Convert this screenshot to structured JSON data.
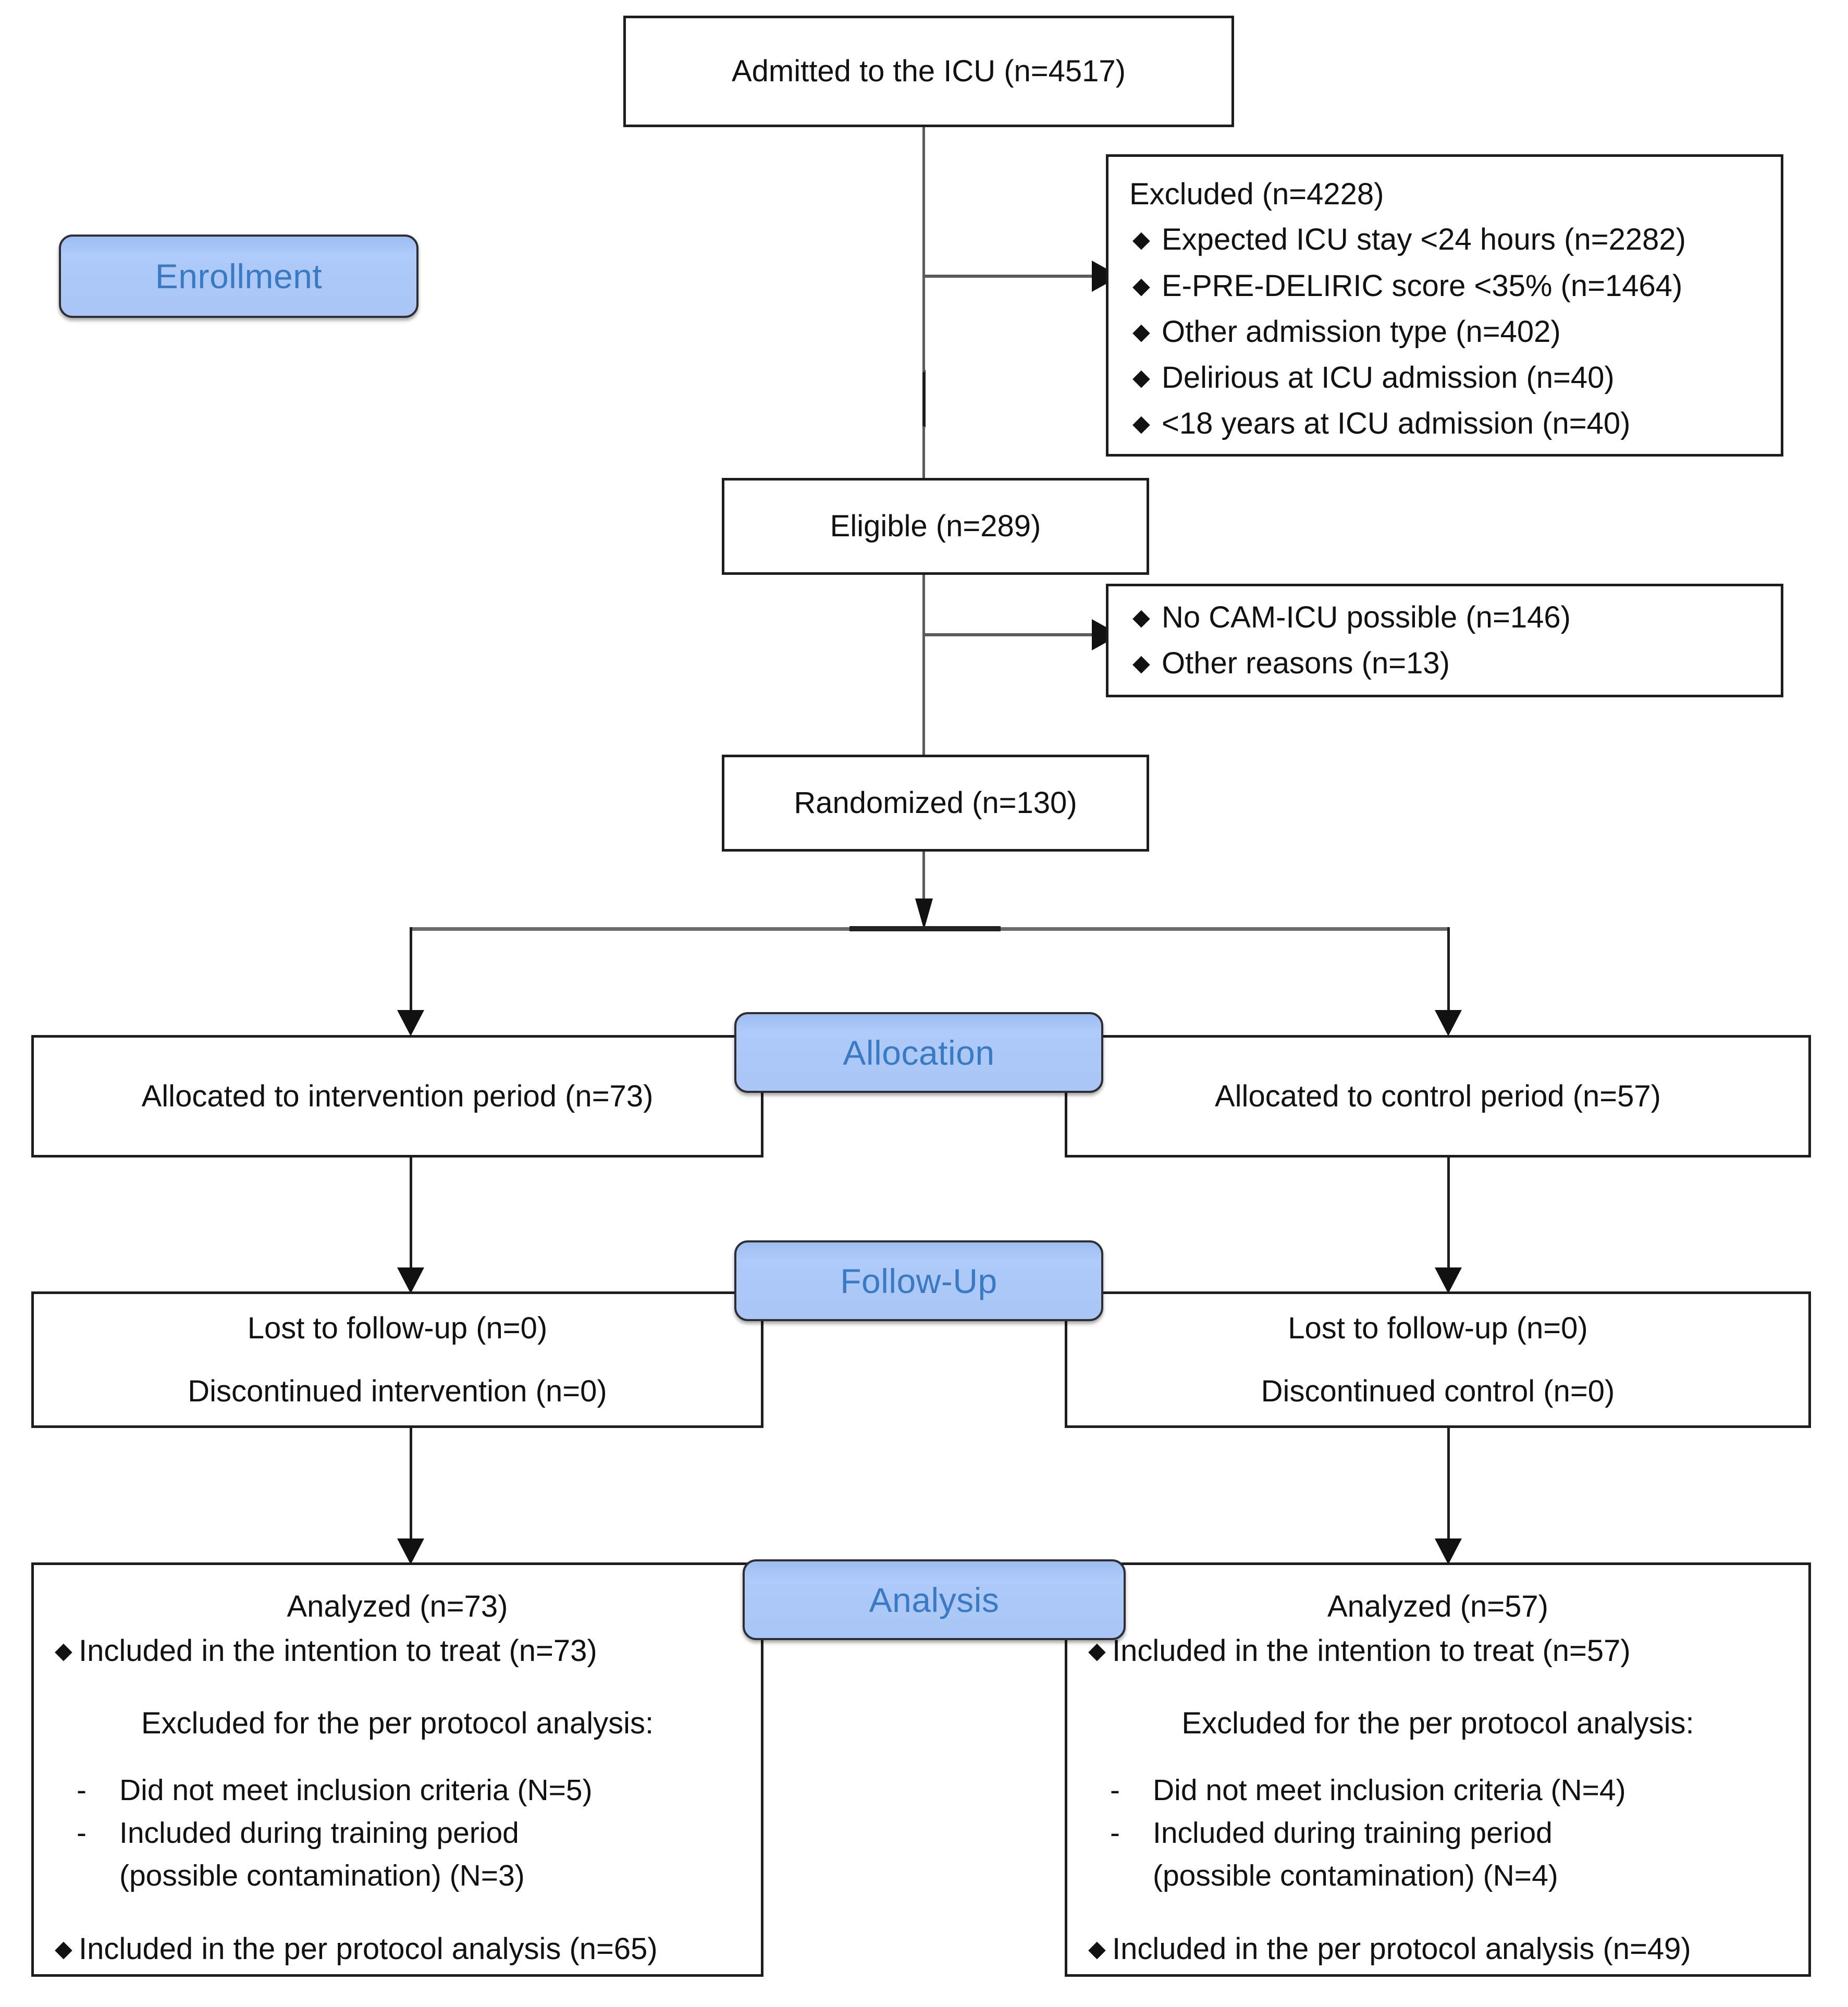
{
  "diagram": {
    "title": "CONSORT participant flow diagram",
    "accent_pill_fill": "#a6c4f5",
    "accent_pill_text": "#3a7ac4",
    "box_border": "#1d1d1d",
    "bullet_glyph": "♦",
    "dash_glyph": "-"
  },
  "stages": {
    "enrollment": "Enrollment",
    "allocation": "Allocation",
    "followup": "Follow-Up",
    "analysis": "Analysis"
  },
  "nodes": {
    "admitted": "Admitted to the ICU (n=4517)",
    "eligible": "Eligible (n=289)",
    "randomized": "Randomized (n=130)"
  },
  "excluded_box": {
    "heading": "Excluded (n=4228)",
    "items": [
      "Expected ICU stay <24 hours (n=2282)",
      "E-PRE-DELIRIC score <35% (n=1464)",
      "Other admission type (n=402)",
      "Delirious at ICU admission (n=40)",
      "<18 years at ICU admission (n=40)"
    ]
  },
  "not_randomized_box": {
    "items": [
      "No CAM-ICU possible (n=146)",
      "Other reasons (n=13)"
    ]
  },
  "allocation": {
    "left": "Allocated to intervention period (n=73)",
    "right": "Allocated to control period (n=57)"
  },
  "followup": {
    "left": {
      "line1": "Lost to follow-up (n=0)",
      "line2": "Discontinued intervention (n=0)"
    },
    "right": {
      "line1": "Lost to follow-up (n=0)",
      "line2": "Discontinued control (n=0)"
    }
  },
  "analysis": {
    "left": {
      "title": "Analyzed (n=73)",
      "itt": "Included in the intention to treat (n=73)",
      "excluded_heading": "Excluded for the per protocol analysis:",
      "excluded_items": [
        "Did not meet inclusion criteria (N=5)",
        "Included during training period",
        "(possible contamination) (N=3)"
      ],
      "pp": "Included in the per protocol analysis (n=65)"
    },
    "right": {
      "title": "Analyzed (n=57)",
      "itt": "Included in the intention to treat (n=57)",
      "excluded_heading": "Excluded for the per protocol analysis:",
      "excluded_items": [
        "Did not meet inclusion criteria (N=4)",
        "Included during training period",
        "(possible contamination) (N=4)"
      ],
      "pp": "Included in the per protocol analysis (n=49)"
    }
  }
}
